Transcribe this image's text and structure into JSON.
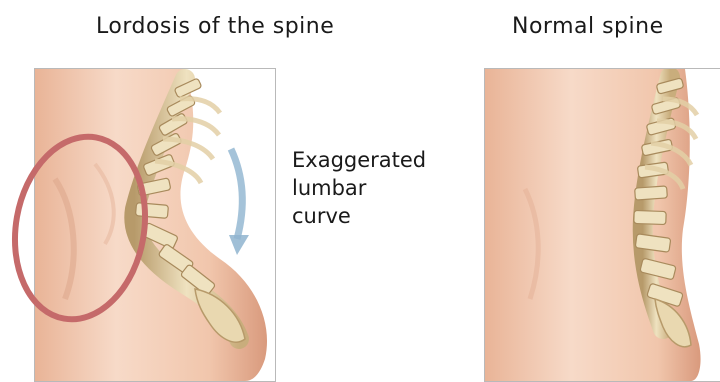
{
  "figure": {
    "left_title": "Lordosis of the spine",
    "right_title": "Normal spine",
    "annotation": {
      "line1": "Exaggerated",
      "line2": "lumbar",
      "line3": "curve"
    }
  },
  "colors": {
    "skin_light": "#f7dac8",
    "skin_mid": "#efbfa3",
    "skin_shadow": "#d99a7d",
    "bone": "#e9d8b0",
    "bone_shadow": "#b79a6a",
    "highlight_circle": "#c56a6a",
    "arrow": "#8fb4cf"
  },
  "icons": {
    "highlight": "red-ellipse",
    "direction": "curved-down-arrow"
  }
}
